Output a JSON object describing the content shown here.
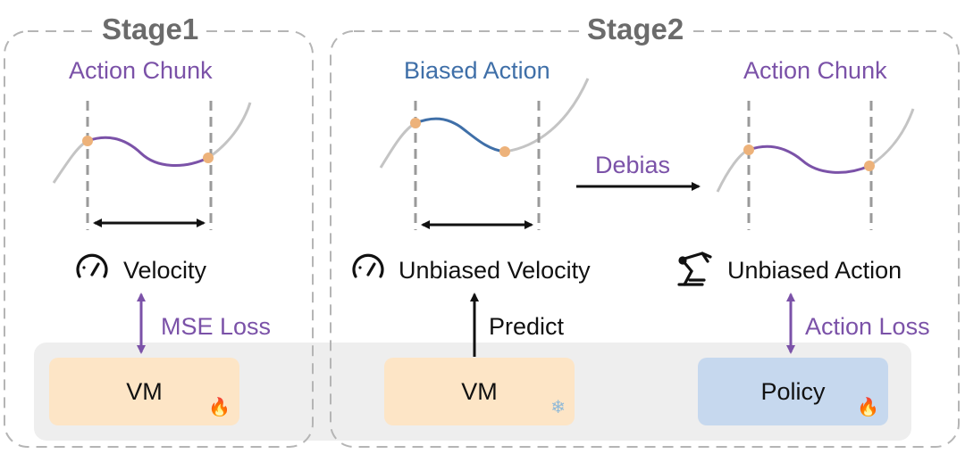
{
  "stage1": {
    "title": "Stage1",
    "curve_label": "Action Chunk",
    "velocity_label": "Velocity",
    "loss_label": "MSE Loss",
    "model_label": "VM",
    "model_icon": "fire-icon"
  },
  "stage2": {
    "title": "Stage2",
    "biased_label": "Biased Action",
    "velocity_label": "Unbiased Velocity",
    "predict_label": "Predict",
    "model_label": "VM",
    "model_icon": "snowflake-icon",
    "debias_label": "Debias",
    "chunk_label": "Action Chunk",
    "action_label": "Unbiased Action",
    "action_loss_label": "Action Loss",
    "policy_label": "Policy",
    "policy_icon": "fire-icon"
  },
  "colors": {
    "purple": "#7b52a8",
    "blue": "#3f6fa8",
    "gray_curve": "#c4c4c4",
    "dash": "#9a9a9a",
    "orange_dot": "#edb27a",
    "vm_box": "#fde5c6",
    "policy_box": "#c6d8ee",
    "band": "#eeeeee"
  }
}
